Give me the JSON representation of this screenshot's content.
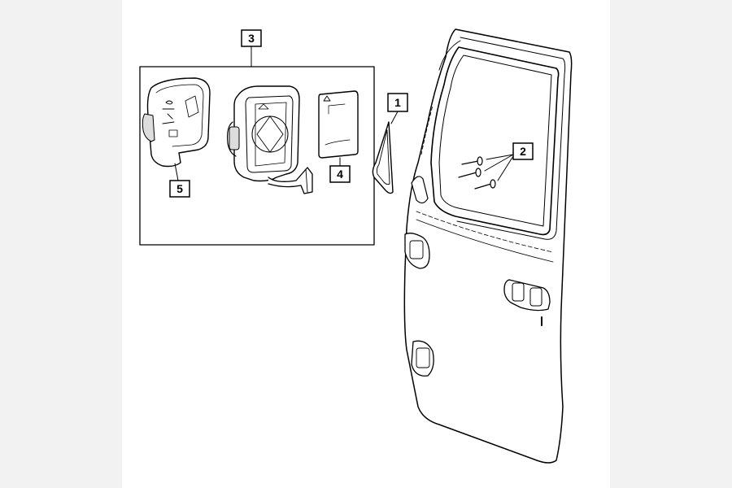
{
  "callouts": [
    {
      "id": "callout-1",
      "label": "1"
    },
    {
      "id": "callout-2",
      "label": "2"
    },
    {
      "id": "callout-3",
      "label": "3"
    },
    {
      "id": "callout-4",
      "label": "4"
    },
    {
      "id": "callout-5",
      "label": "5"
    }
  ],
  "parts": {
    "door": "door-shell",
    "window_frame": "window-frame",
    "triangle_seal": "mirror-seal",
    "screws": "screw-set",
    "mirror_cover": "mirror-cover",
    "mirror_housing": "mirror-housing",
    "mirror_glass": "mirror-glass"
  }
}
